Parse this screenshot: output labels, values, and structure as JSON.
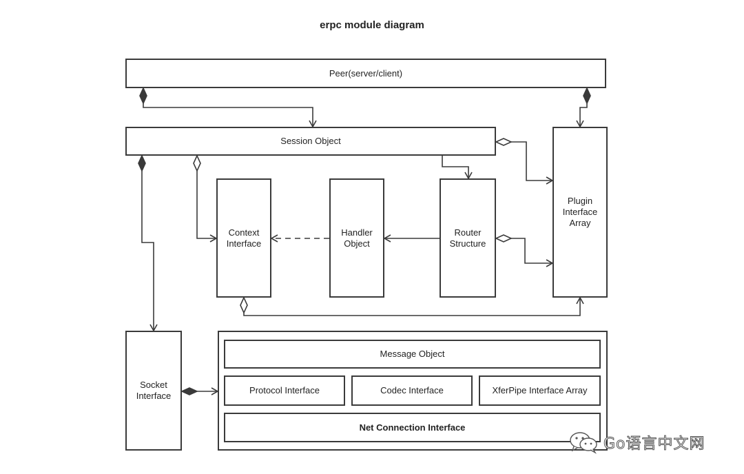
{
  "title": "erpc module diagram",
  "nodes": {
    "peer": "Peer(server/client)",
    "session": "Session Object",
    "plugin": [
      "Plugin",
      "Interface",
      "Array"
    ],
    "context": [
      "Context",
      "Interface"
    ],
    "handler": [
      "Handler",
      "Object"
    ],
    "router": [
      "Router",
      "Structure"
    ],
    "socket": [
      "Socket",
      "Interface"
    ],
    "message": "Message Object",
    "protocol": "Protocol Interface",
    "codec": "Codec Interface",
    "xferpipe": "XferPipe Interface Array",
    "netconn": "Net Connection Interface"
  },
  "edges": [
    {
      "from": "peer",
      "to": "session",
      "type": "composition"
    },
    {
      "from": "peer",
      "to": "plugin",
      "type": "composition"
    },
    {
      "from": "session",
      "to": "plugin",
      "type": "aggregation"
    },
    {
      "from": "session",
      "to": "router",
      "type": "association"
    },
    {
      "from": "session",
      "to": "socket",
      "type": "composition"
    },
    {
      "from": "session",
      "to": "context",
      "type": "aggregation"
    },
    {
      "from": "handler",
      "to": "context",
      "type": "dependency"
    },
    {
      "from": "router",
      "to": "handler",
      "type": "association"
    },
    {
      "from": "router",
      "to": "plugin",
      "type": "aggregation"
    },
    {
      "from": "context",
      "to": "plugin",
      "type": "aggregation"
    },
    {
      "from": "socket",
      "to": "message-group",
      "type": "composition"
    }
  ],
  "colors": {
    "line": "#3a3a3a",
    "text": "#222222",
    "background": "#ffffff"
  },
  "watermark": {
    "text": "Go语言中文网",
    "icon": "wechat-icon"
  }
}
